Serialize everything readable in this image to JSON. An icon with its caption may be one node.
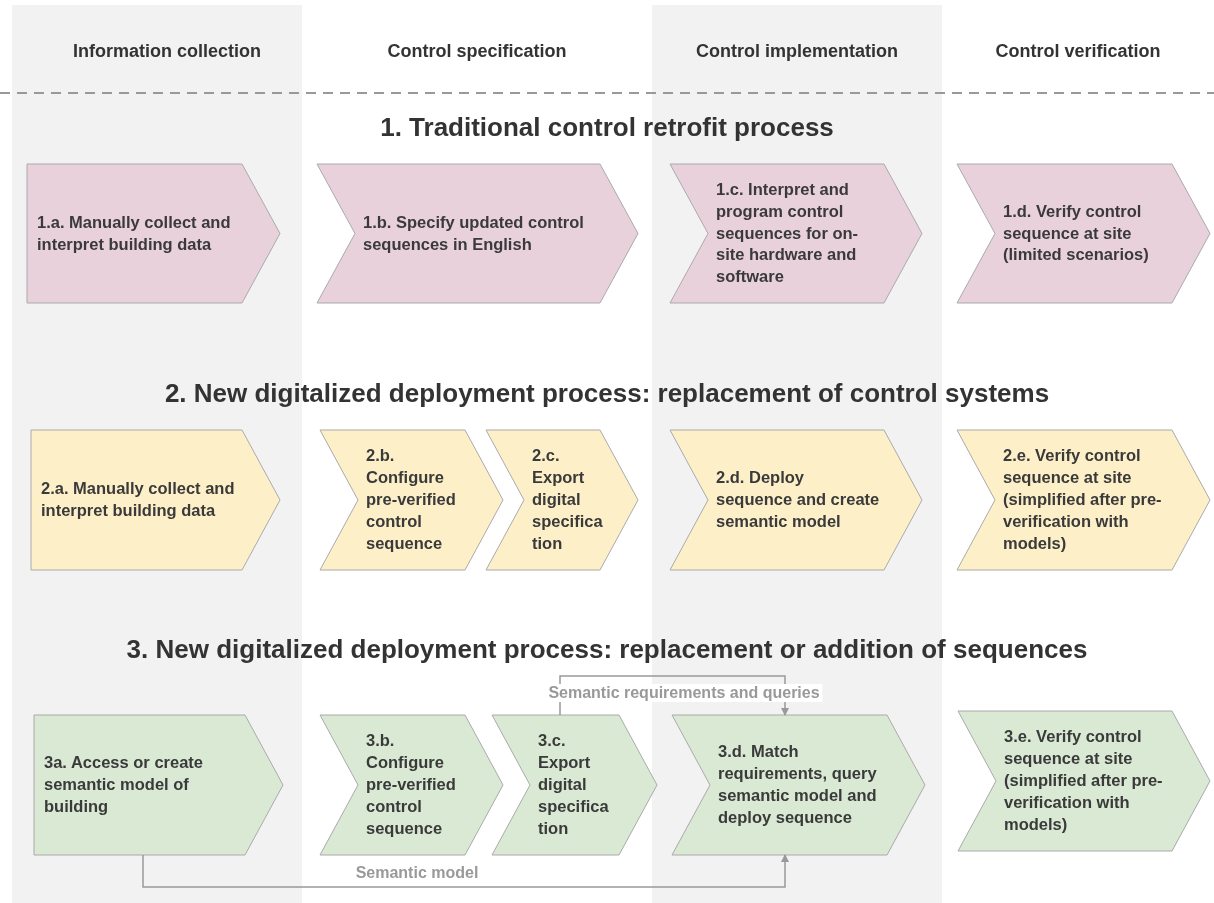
{
  "diagram": {
    "nodes": [
      {
        "text": [
          "1.a. Manually collect and interpret building data"
        ]
      },
      {
        "text": [
          "1.b. Specify updated control sequences in English"
        ]
      },
      {
        "text": [
          "1.c. Interpret and program control sequences for on-site hardware and software"
        ]
      },
      {
        "text": [
          "1.d. Verify control sequence at site (limited scenarios)"
        ]
      },
      {
        "text": [
          "2.a. Manually collect and interpret building data"
        ]
      },
      {
        "text": [
          "2.b. Configure pre-verified control sequence"
        ]
      },
      {
        "text": [
          "2.c. Export digital specifica tion"
        ]
      },
      {
        "text": [
          "2.d. Deploy sequence and create semantic model"
        ]
      },
      {
        "text": [
          "2.e. Verify control sequence at site (simplified after pre-verification with models)"
        ]
      },
      {
        "text": [
          "3a. Access or create semantic model of building"
        ]
      },
      {
        "text": [
          "3.b. Configure pre-verified control sequence"
        ]
      },
      {
        "text": [
          "3.c. Export digital specifica tion"
        ]
      },
      {
        "text": [
          "3.d. Match requirements, query semantic model and deploy sequence"
        ]
      },
      {
        "text": [
          "3.e. Verify control sequence at site (simplified after pre-verification with models)"
        ]
      }
    ],
    "edges": [
      {
        "from": 11,
        "to": 12,
        "arrow": "to",
        "label": "Semantic requirements and queries"
      },
      {
        "from": 9,
        "to": 12,
        "arrow": "to",
        "label": "Semantic model"
      }
    ],
    "labels": [
      "Information collection",
      "Control specification",
      "Control implementation",
      "Control verification",
      "1. Traditional control retrofit process",
      "2. New digitalized deployment process: replacement of control systems",
      "3. New digitalized deployment process: replacement or addition of sequences"
    ]
  }
}
